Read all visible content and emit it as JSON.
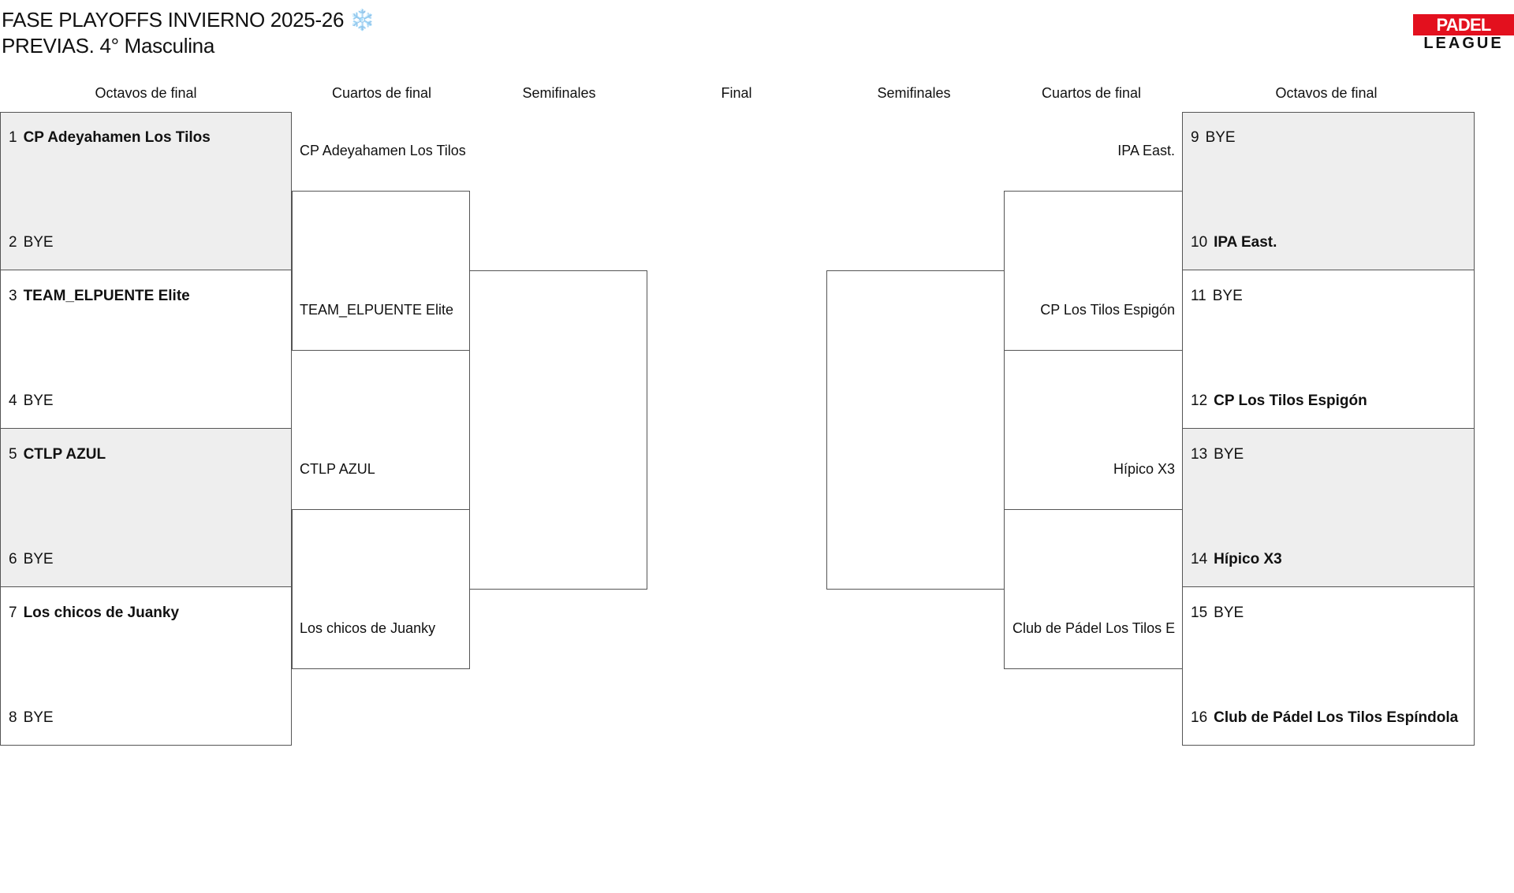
{
  "header": {
    "title": "FASE PLAYOFFS INVIERNO 2025-26 ❄️",
    "subtitle": "PREVIAS. 4° Masculina",
    "logo_top": "PADEL TEAM",
    "logo_bottom": "LEAGUE"
  },
  "columns": {
    "left_octavos": "Octavos de final",
    "left_cuartos": "Cuartos de final",
    "left_semis": "Semifinales",
    "final": "Final",
    "right_semis": "Semifinales",
    "right_cuartos": "Cuartos de final",
    "right_octavos": "Octavos de final"
  },
  "left_octavos": [
    {
      "a_seed": "1",
      "a_name": "CP Adeyahamen Los Tilos",
      "b_seed": "2",
      "b_name": "BYE"
    },
    {
      "a_seed": "3",
      "a_name": "TEAM_ELPUENTE Elite",
      "b_seed": "4",
      "b_name": "BYE"
    },
    {
      "a_seed": "5",
      "a_name": "CTLP AZUL",
      "b_seed": "6",
      "b_name": "BYE"
    },
    {
      "a_seed": "7",
      "a_name": "Los chicos de Juanky",
      "b_seed": "8",
      "b_name": "BYE"
    }
  ],
  "left_cuartos": [
    "CP Adeyahamen Los Tilos",
    "TEAM_ELPUENTE Elite",
    "CTLP AZUL",
    "Los chicos de Juanky"
  ],
  "right_octavos": [
    {
      "a_seed": "9",
      "a_name": "BYE",
      "b_seed": "10",
      "b_name": "IPA East."
    },
    {
      "a_seed": "11",
      "a_name": "BYE",
      "b_seed": "12",
      "b_name": "CP Los Tilos Espigón"
    },
    {
      "a_seed": "13",
      "a_name": "BYE",
      "b_seed": "14",
      "b_name": "Hípico X3"
    },
    {
      "a_seed": "15",
      "a_name": "BYE",
      "b_seed": "16",
      "b_name": "Club de Pádel Los Tilos Espíndola"
    }
  ],
  "right_cuartos": [
    "IPA East.",
    "CP Los Tilos Espigón",
    "Hípico X3",
    "Club de Pádel Los Tilos Espíndola"
  ],
  "colors": {
    "shade": "#eeeeee",
    "logo_red": "#e3101e"
  }
}
